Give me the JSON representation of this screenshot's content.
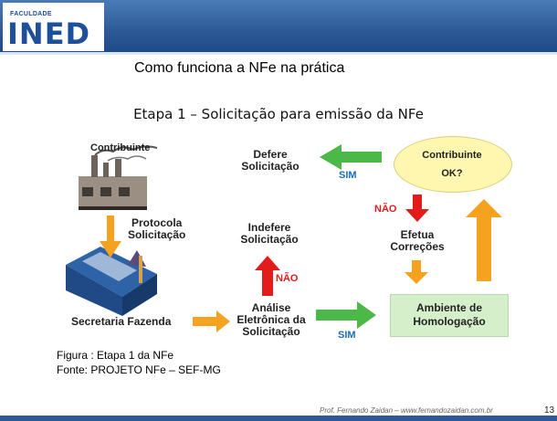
{
  "header": {
    "logo_small": "FACULDADE",
    "logo_big": "INED",
    "title": "Como funciona a NFe na prática"
  },
  "subtitle": "Etapa 1 – Solicitação para emissão da NFe",
  "diagram": {
    "contribuinte": "Contribuinte",
    "protocola": [
      "Protocola",
      "Solicitação"
    ],
    "secretaria": "Secretaria Fazenda",
    "analise": [
      "Análise",
      "Eletrônica da",
      "Solicitação"
    ],
    "indefere": [
      "Indefere",
      "Solicitação"
    ],
    "defere": [
      "Defere",
      "Solicitação"
    ],
    "contribuinte_ok": [
      "Contribuinte",
      "OK?"
    ],
    "efetua": [
      "Efetua",
      "Correções"
    ],
    "ambiente": [
      "Ambiente de",
      "Homologação"
    ],
    "sim_top": "SIM",
    "sim_bottom": "SIM",
    "nao_middle": "NÃO",
    "nao_right": "NÃO"
  },
  "caption": {
    "figura": "Figura : Etapa 1 da NFe",
    "fonte": "Fonte: PROJETO NFe – SEF-MG"
  },
  "footer": {
    "author": "Prof. Fernando Zaidan – www.fernandozaidan.com.br",
    "page": "13"
  },
  "colors": {
    "header_blue": "#2d5a97",
    "arrow_orange": "#f5a21e",
    "arrow_green": "#4cb848",
    "arrow_red": "#e31b1b",
    "label_nao": "#e31b1b",
    "label_sim": "#1a6fb5"
  }
}
